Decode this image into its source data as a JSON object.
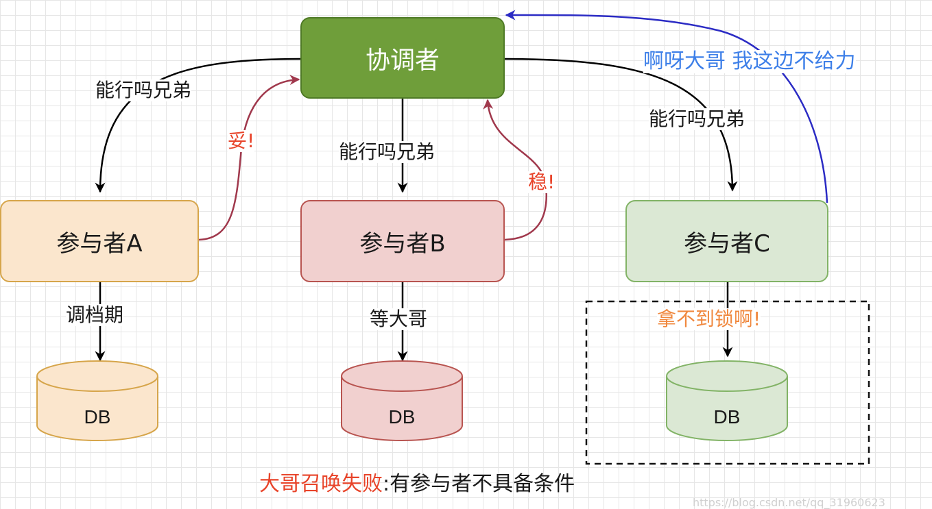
{
  "nodes": {
    "coordinator": "协调者",
    "participant_a": "参与者A",
    "participant_b": "参与者B",
    "participant_c": "参与者C"
  },
  "databases": {
    "a": "DB",
    "b": "DB",
    "c": "DB"
  },
  "edge_labels": {
    "ask_a": "能行吗兄弟",
    "ask_b": "能行吗兄弟",
    "ask_c": "能行吗兄弟",
    "reply_a": "妥!",
    "reply_b": "稳!",
    "reply_c": "啊呀大哥 我这边不给力",
    "db_a": "调档期",
    "db_b": "等大哥",
    "db_c": "拿不到锁啊!"
  },
  "caption": {
    "highlight": "大哥召唤失败",
    "rest": ":有参与者不具备条件"
  },
  "watermark": "https://blog.csdn.net/qq_31960623",
  "colors": {
    "coordinator_fill": "#6f9e3a",
    "a_fill": "#fbe6cd",
    "a_stroke": "#d6a54a",
    "b_fill": "#f1d0cf",
    "b_stroke": "#b85450",
    "c_fill": "#dbe8d4",
    "c_stroke": "#82b366",
    "reply_arrow": "#a0384c",
    "fail_arrow": "#2b2bc4",
    "fail_text": "#3d7fe8",
    "lock_text": "#f0883e",
    "caption_red": "#e8442a"
  }
}
